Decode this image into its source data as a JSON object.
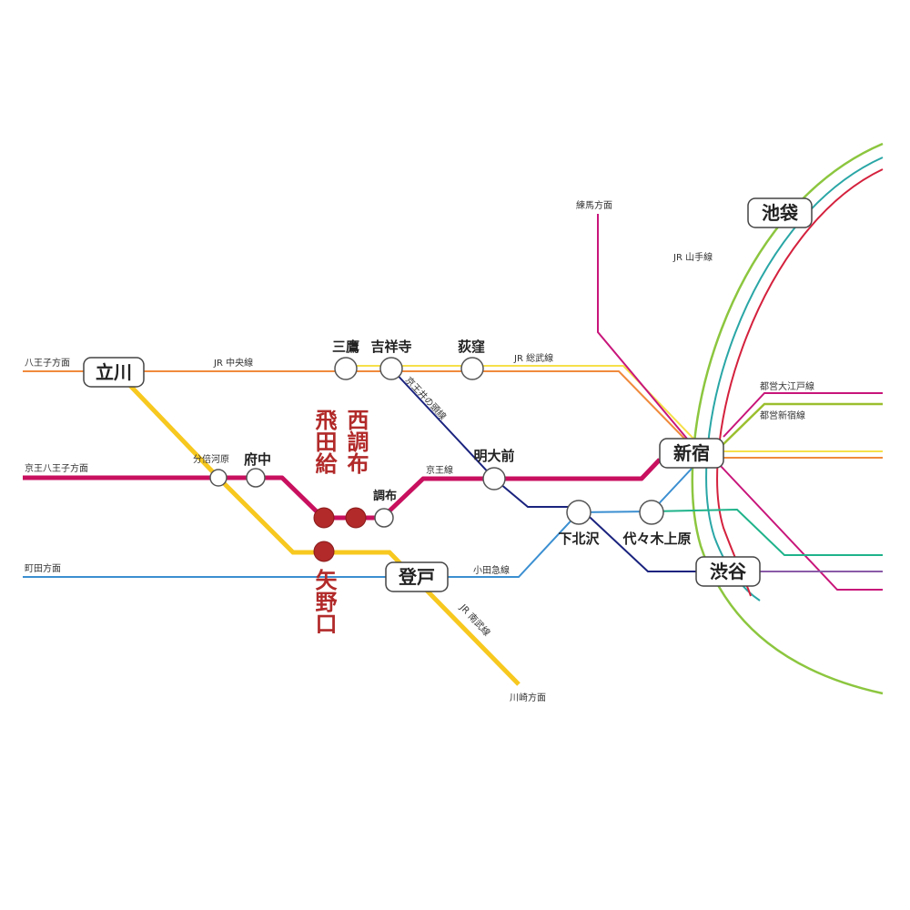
{
  "colors": {
    "chuo": "#f08a3c",
    "sobu": "#f6e04a",
    "keio": "#c8105f",
    "inokashira": "#1a237e",
    "nambu": "#f7c81f",
    "odakyu": "#3b8fd1",
    "yamanote_green": "#8cc63f",
    "yamanote_teal": "#2aa6a6",
    "saikyo_red": "#d4213d",
    "oedo": "#c8157a",
    "shinjuku_line": "#9bbf2e",
    "chiyoda": "#1fb38a",
    "hanzomon": "#8a5aa8",
    "highlight": "#b22a2a"
  },
  "line_labels": {
    "hachioji_direction": "八王子方面",
    "jr_chuo": "JR 中央線",
    "jr_sobu": "JR 総武線",
    "keio_hachioji_direction": "京王八王子方面",
    "keio_line": "京王線",
    "keio_inokashira": "京王井の頭線",
    "machida_direction": "町田方面",
    "odakyu_line": "小田急線",
    "jr_nambu": "JR 南武線",
    "kawasaki_direction": "川崎方面",
    "nerima_direction": "練馬方面",
    "jr_yamanote": "JR 山手線",
    "toei_oedo": "都営大江戸線",
    "toei_shinjuku": "都営新宿線"
  },
  "stations": {
    "tachikawa": "立川",
    "mitaka": "三鷹",
    "kichijoji": "吉祥寺",
    "ogikubo": "荻窪",
    "bubaigawara": "分倍河原",
    "fuchu": "府中",
    "chofu": "調布",
    "meidaimae": "明大前",
    "shimokitazawa": "下北沢",
    "yoyogiuehara": "代々木上原",
    "noborito": "登戸",
    "shinjuku": "新宿",
    "shibuya": "渋谷",
    "ikebukuro": "池袋"
  },
  "highlight_stations": {
    "tobitakyu": "飛田給",
    "nishichofu": "西調布",
    "yanokuchi": "矢野口"
  }
}
